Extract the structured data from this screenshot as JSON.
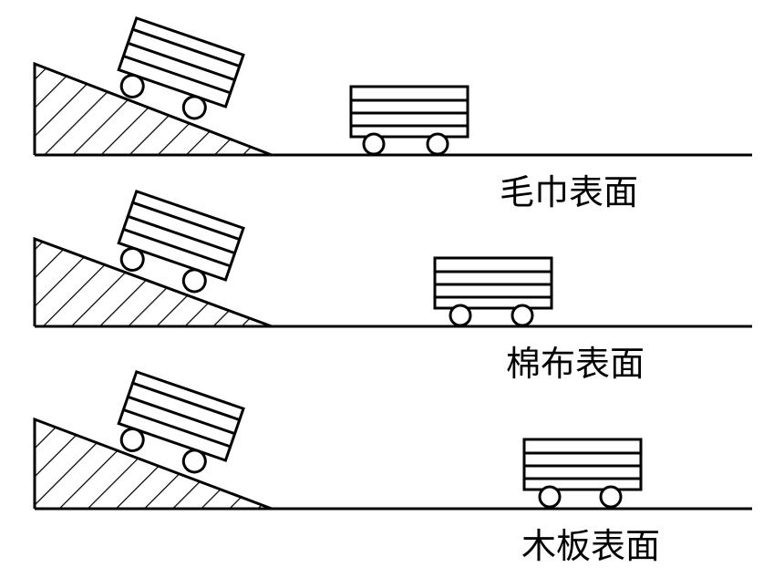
{
  "panels": [
    {
      "surface_label": "毛巾表面"
    },
    {
      "surface_label": "棉布表面"
    },
    {
      "surface_label": "木板表面"
    }
  ],
  "colors": {
    "line": "#000000",
    "background": "#ffffff"
  }
}
